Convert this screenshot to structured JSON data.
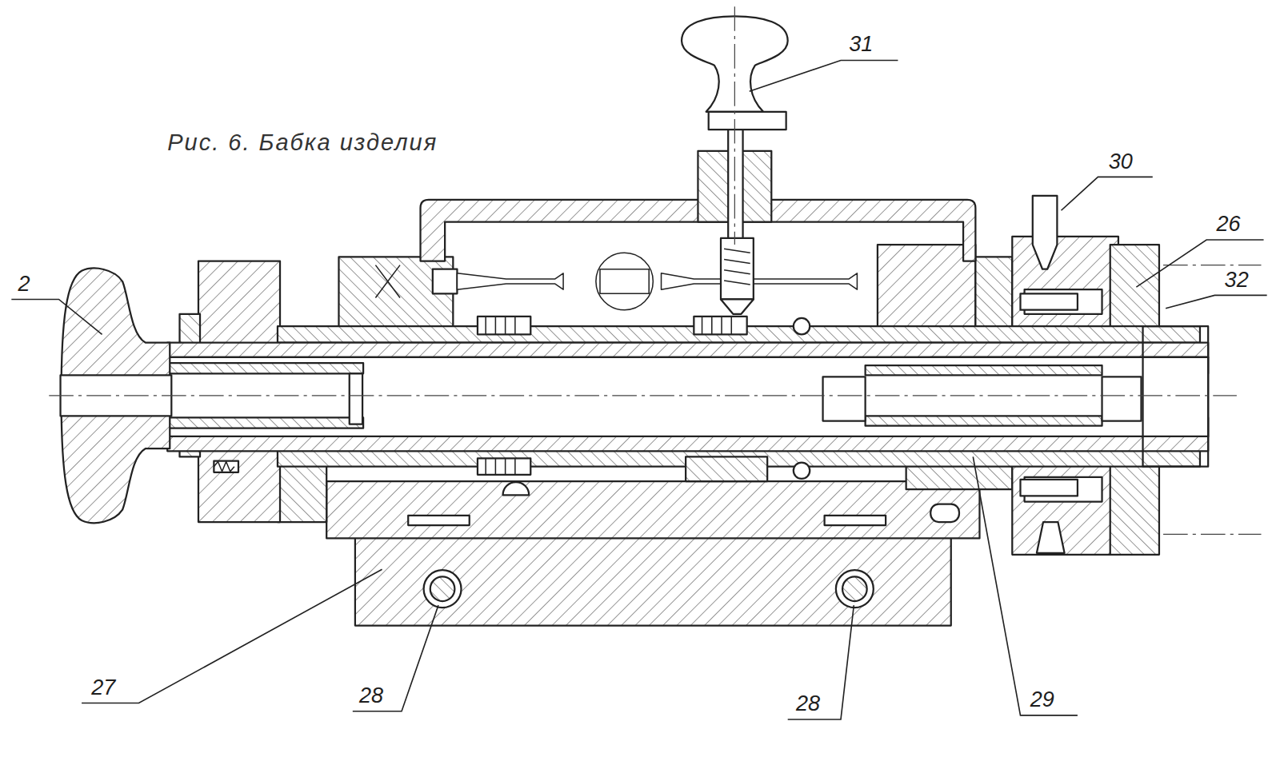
{
  "diagram": {
    "title": "Рис. 6. Бабка изделия",
    "labels": [
      "31",
      "30",
      "26",
      "32",
      "2",
      "27",
      "28",
      "28",
      "29"
    ]
  }
}
